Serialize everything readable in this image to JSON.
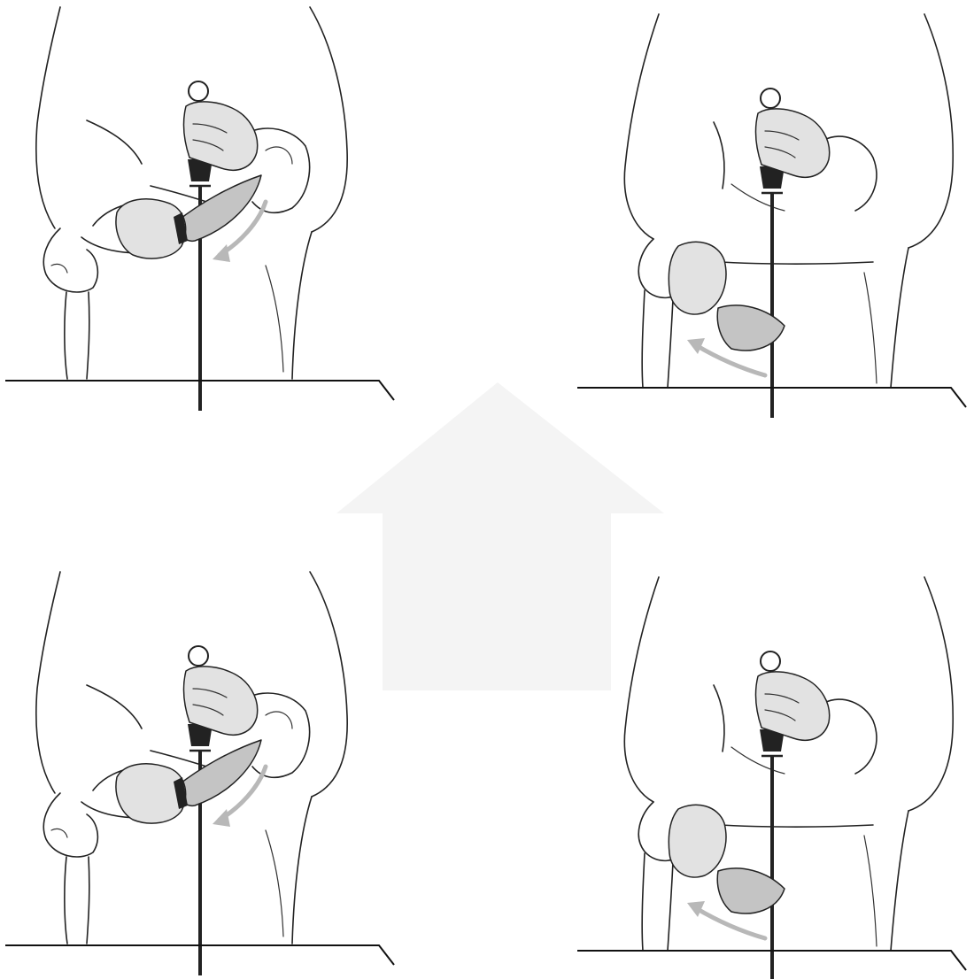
{
  "figure": {
    "panels": [
      {
        "id": "top-left",
        "stroke": "down-left"
      },
      {
        "id": "top-right",
        "stroke": "up-left"
      },
      {
        "id": "bottom-left",
        "stroke": "down-left"
      },
      {
        "id": "bottom-right",
        "stroke": "up-left"
      }
    ],
    "center_arrow": {
      "direction": "up",
      "color": "#f4f4f4"
    },
    "colors": {
      "line": "#222222",
      "arrow": "#b8b8b8",
      "blade": "#c4c4c4",
      "skin": "#e2e2e2",
      "background": "#ffffff"
    }
  }
}
